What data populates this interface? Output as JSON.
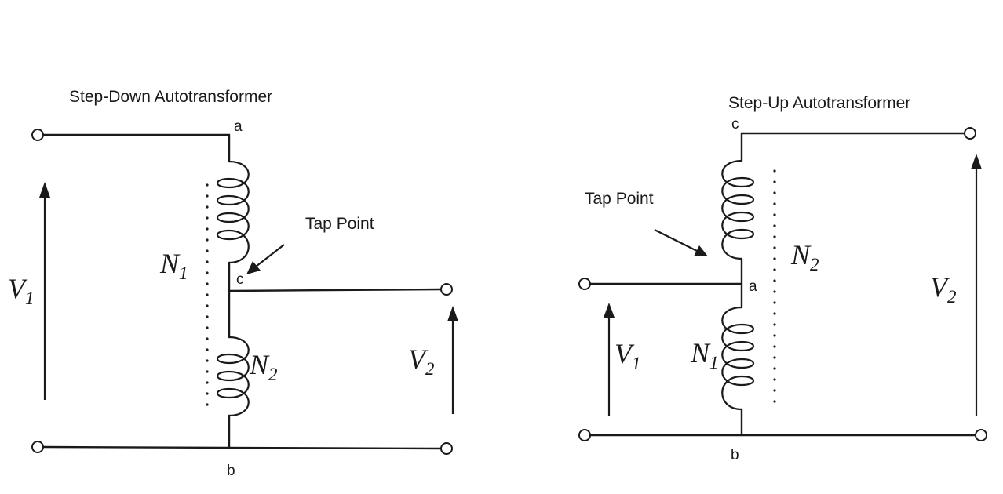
{
  "step_down": {
    "title": "Step-Down Autotransformer",
    "tap_label": "Tap Point",
    "node_a": "a",
    "node_c": "c",
    "node_b": "b",
    "v1": {
      "symbol": "V",
      "sub": "1"
    },
    "v2": {
      "symbol": "V",
      "sub": "2"
    },
    "n1": {
      "symbol": "N",
      "sub": "1"
    },
    "n2": {
      "symbol": "N",
      "sub": "2"
    }
  },
  "step_up": {
    "title": "Step-Up Autotransformer",
    "tap_label": "Tap Point",
    "node_c": "c",
    "node_a": "a",
    "node_b": "b",
    "v1": {
      "symbol": "V",
      "sub": "1"
    },
    "v2": {
      "symbol": "V",
      "sub": "2"
    },
    "n1": {
      "symbol": "N",
      "sub": "1"
    },
    "n2": {
      "symbol": "N",
      "sub": "2"
    }
  }
}
